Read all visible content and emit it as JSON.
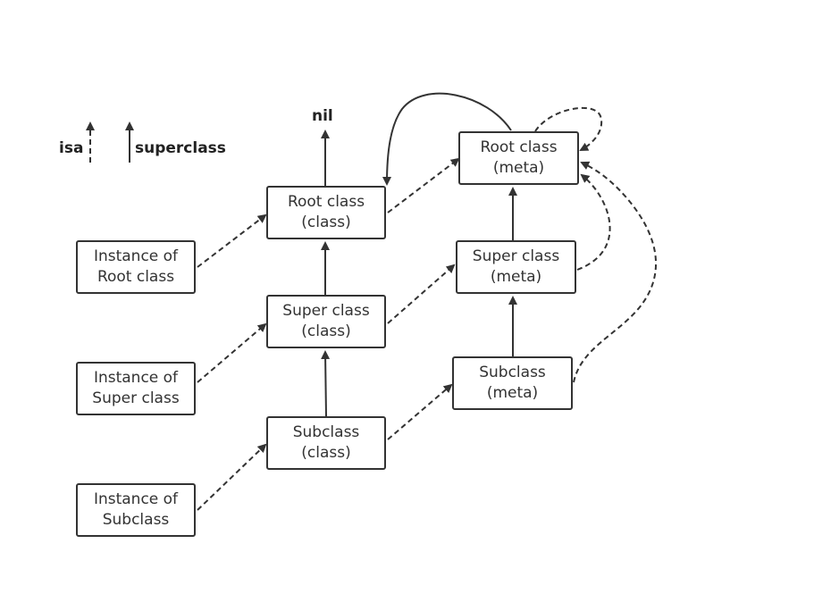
{
  "legend": {
    "isa_label": "isa",
    "superclass_label": "superclass"
  },
  "nil_label": "nil",
  "nodes": {
    "inst_root": {
      "line1": "Instance of",
      "line2": "Root class"
    },
    "inst_super": {
      "line1": "Instance of",
      "line2": "Super class"
    },
    "inst_sub": {
      "line1": "Instance of",
      "line2": "Subclass"
    },
    "root_class": {
      "line1": "Root class",
      "line2": "(class)"
    },
    "super_class": {
      "line1": "Super class",
      "line2": "(class)"
    },
    "sub_class": {
      "line1": "Subclass",
      "line2": "(class)"
    },
    "root_meta": {
      "line1": "Root class",
      "line2": "(meta)"
    },
    "super_meta": {
      "line1": "Super class",
      "line2": "(meta)"
    },
    "sub_meta": {
      "line1": "Subclass",
      "line2": "(meta)"
    }
  },
  "colors": {
    "stroke": "#333333",
    "text": "#222222"
  }
}
